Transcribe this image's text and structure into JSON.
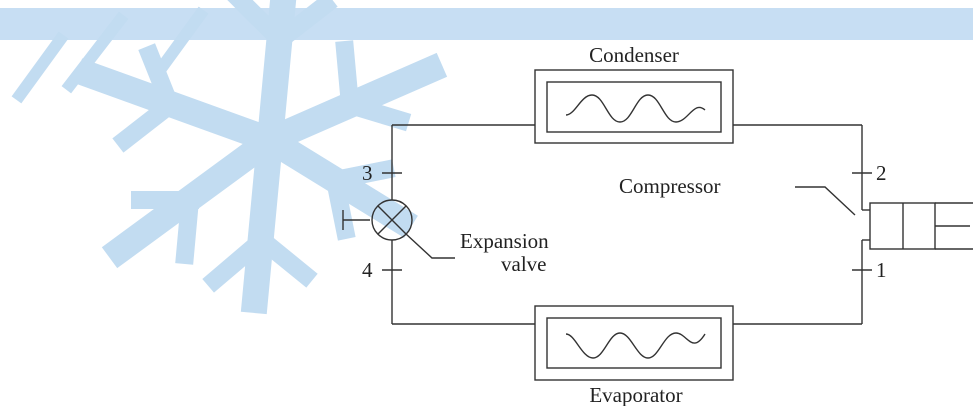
{
  "diagram": {
    "components": {
      "condenser": "Condenser",
      "evaporator": "Evaporator",
      "compressor": "Compressor",
      "expansion_valve": [
        "Expansion",
        "valve"
      ]
    },
    "state_points": [
      "1",
      "2",
      "3",
      "4"
    ]
  },
  "colors": {
    "background_snowflake": "#c2dcf1",
    "background_band": "#c7def3",
    "lines": "#333333"
  },
  "icons": {
    "background": "snowflake-watermark-icon",
    "valve": "expansion-valve-icon",
    "compressor": "compressor-cylinder-icon"
  }
}
